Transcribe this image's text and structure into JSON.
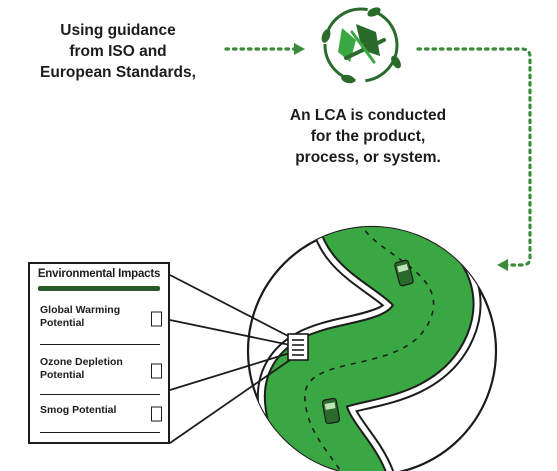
{
  "intro": {
    "lines": [
      "Using guidance",
      "from ISO and",
      "European Standards,"
    ]
  },
  "lca": {
    "lines": [
      "An LCA is conducted",
      "for the product,",
      "process, or system."
    ]
  },
  "panel": {
    "title": "Environmental Impacts",
    "items": [
      {
        "lines": [
          "Global Warming",
          "Potential"
        ]
      },
      {
        "lines": [
          "Ozone Depletion",
          "Potential"
        ]
      },
      {
        "lines": [
          "Smog Potential"
        ]
      }
    ]
  },
  "colors": {
    "green": "#3aa842",
    "dark_green": "#2a6a2a",
    "outline": "#1c1c1c",
    "arrow": "#3a8c3a"
  },
  "icons": [
    "recycle-leaf-icon",
    "document-icon",
    "car-icon"
  ]
}
